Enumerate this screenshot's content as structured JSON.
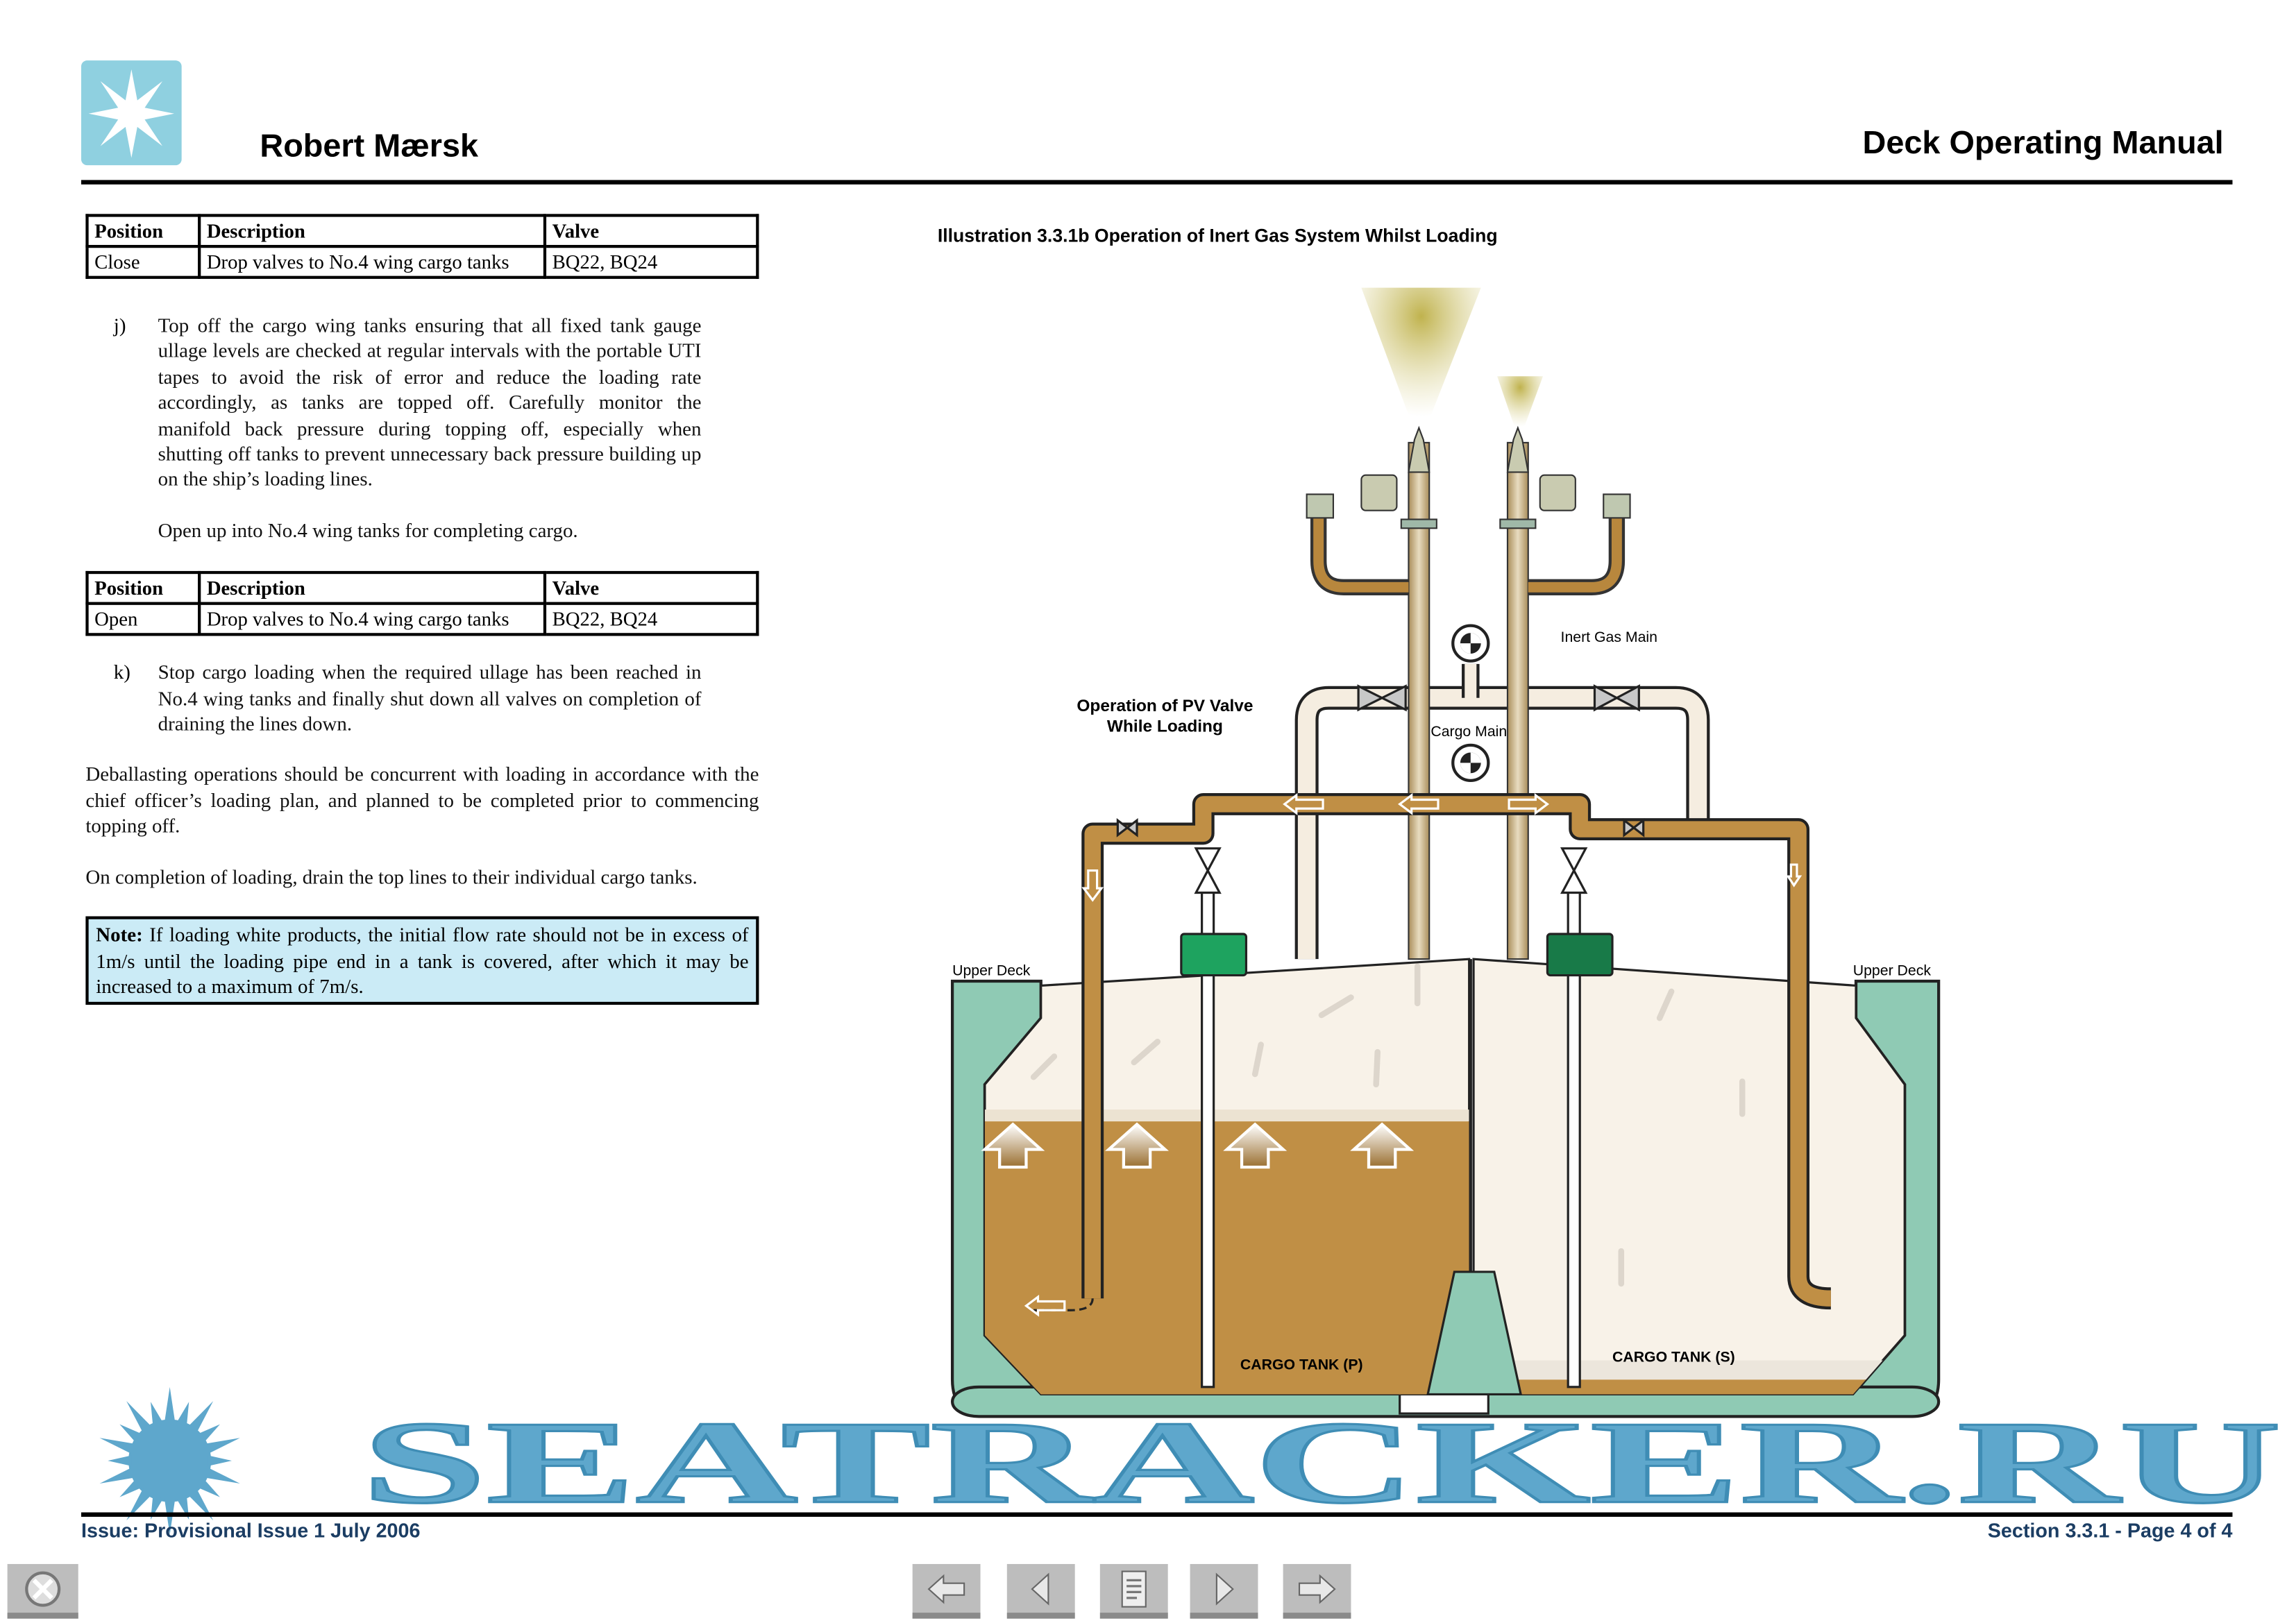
{
  "header": {
    "vessel": "Robert Mærsk",
    "manual": "Deck Operating Manual",
    "logo_icon": "maersk-star-logo",
    "logo_color": "#8fd0e0"
  },
  "table_close": {
    "headers": [
      "Position",
      "Description",
      "Valve"
    ],
    "row": [
      "Close",
      "Drop valves to No.4 wing cargo tanks",
      "BQ22, BQ24"
    ]
  },
  "step_j": {
    "marker": "j)",
    "text": "Top off the cargo wing tanks ensuring that all fixed tank gauge ullage levels are checked at regular intervals with the portable UTI tapes to avoid the risk of error and reduce the loading rate accordingly, as tanks are topped off. Carefully monitor the manifold back pressure during topping off, especially when shutting off tanks to prevent unnecessary back pressure building up on the ship’s loading lines.",
    "followup": "Open up into No.4 wing tanks for completing cargo."
  },
  "table_open": {
    "headers": [
      "Position",
      "Description",
      "Valve"
    ],
    "row": [
      "Open",
      "Drop valves to No.4 wing cargo tanks",
      "BQ22, BQ24"
    ]
  },
  "step_k": {
    "marker": "k)",
    "text": "Stop cargo loading when the required ullage has been reached in No.4 wing tanks and finally shut down all valves on completion of draining the lines down."
  },
  "paragraphs": [
    "Deballasting operations should be concurrent with loading in accordance with the chief officer’s loading plan, and planned to be completed prior to commencing topping off.",
    "On completion of loading, drain the top lines to their individual cargo tanks."
  ],
  "note": {
    "label": "Note:",
    "text": " If loading white products, the initial flow rate should not be in excess of 1m/s until the loading pipe end in a tank is covered, after which it may be increased to a maximum of 7m/s.",
    "bg_color": "#cbebf6"
  },
  "illustration": {
    "title": "Illustration 3.3.1b Operation of Inert Gas System Whilst Loading",
    "labels": {
      "inert_gas_main": "Inert Gas Main",
      "pv_valve_line1": "Operation of PV Valve",
      "pv_valve_line2": "While Loading",
      "cargo_main": "Cargo Main",
      "upper_deck_left": "Upper Deck",
      "upper_deck_right": "Upper Deck",
      "tank_p": "CARGO TANK (P)",
      "tank_s": "CARGO TANK (S)"
    },
    "colors": {
      "cargo": "#c08f45",
      "hull": "#8fcab4",
      "ullage": "#f8f2e8",
      "drop_cap": "#1ea35f"
    }
  },
  "footer": {
    "issue": "Issue: Provisional Issue 1 July 2006",
    "section": "Section 3.3.1  -  Page 4 of 4"
  },
  "nav": {
    "buttons": [
      "first-page",
      "previous-page",
      "contents",
      "next-page",
      "last-page"
    ],
    "exit": "exit"
  },
  "watermark": {
    "text": "SEATRACKER.RU",
    "color": "#5ea7cc"
  }
}
